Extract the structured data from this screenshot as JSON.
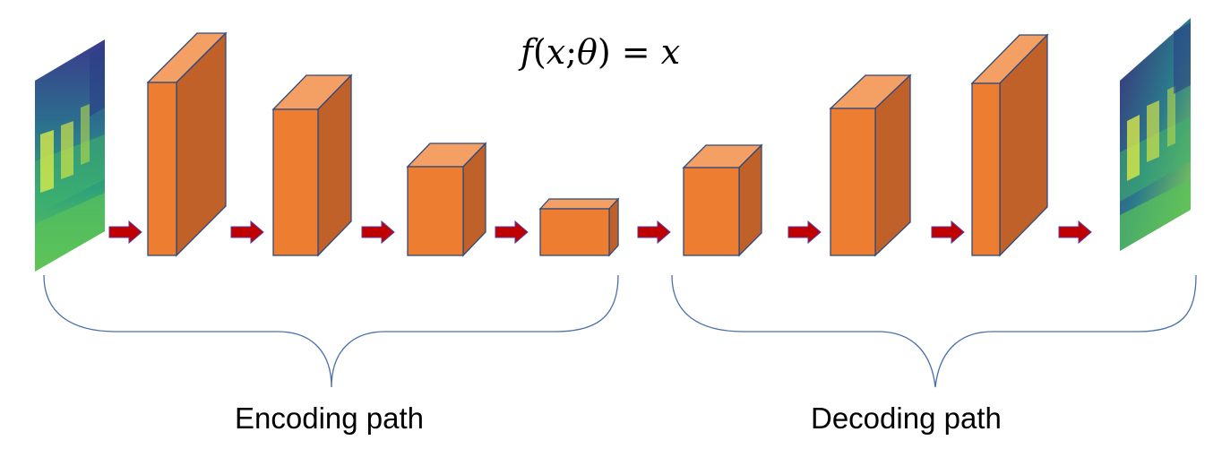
{
  "formula": {
    "f": "f",
    "open_paren": "(",
    "x": "x",
    "separator": ";",
    "theta": "θ",
    "close_paren": ")",
    "equals": " = ",
    "result": "x"
  },
  "labels": {
    "encoding": "Encoding path",
    "decoding": "Decoding path"
  },
  "colors": {
    "block_front": "#ED7D31",
    "block_top": "#F4A065",
    "block_side": "#C0612A",
    "block_stroke": "#2F4A7A",
    "arrow_fill": "#C00000",
    "arrow_stroke": "#5A3AA0",
    "brace_stroke": "#4A6FA8"
  },
  "icons": {
    "input_image": "input-image-icon",
    "output_image": "output-image-icon"
  }
}
